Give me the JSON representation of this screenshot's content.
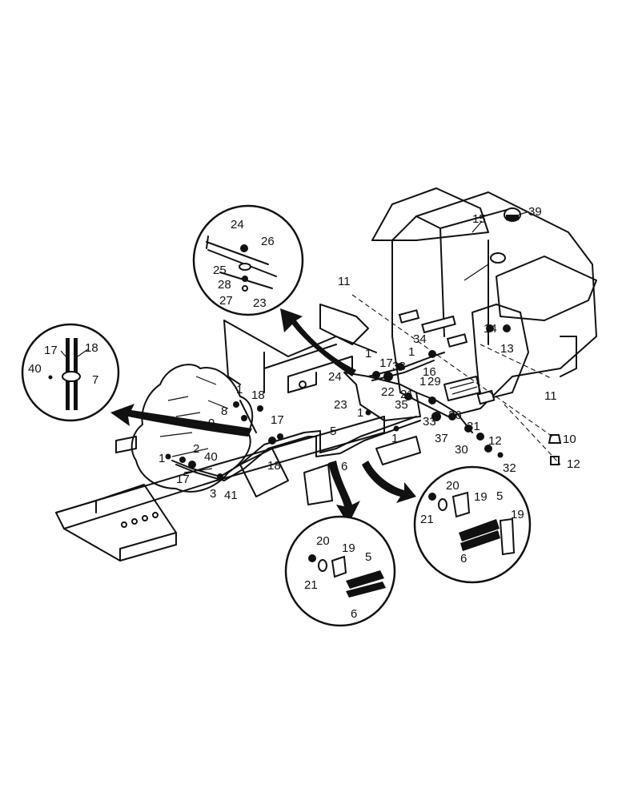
{
  "labels": {
    "l24a": "24",
    "l26a": "26",
    "l25a": "25",
    "l28a": "28",
    "l27a": "27",
    "l23a": "23",
    "l17a": "17",
    "l18a": "18",
    "l40a": "40",
    "l7a": "7",
    "l11a": "11",
    "l15": "15",
    "l39": "39",
    "l14": "14",
    "l13": "13",
    "l11b": "11",
    "l1a": "1",
    "l17b": "17",
    "l38": "38",
    "l34": "34",
    "l1b": "1",
    "l16": "16",
    "l24b": "24",
    "l22": "22",
    "l1c": "1",
    "l29": "29",
    "l21a": "21",
    "l35": "35",
    "l23b": "23",
    "l1d": "1",
    "l33": "33",
    "l36": "36",
    "l37": "37",
    "l31": "31",
    "l1e": "1",
    "l12a": "12",
    "l30": "30",
    "l32": "32",
    "l10": "10",
    "l12b": "12",
    "l1f": "1",
    "l18b": "18",
    "l8": "8",
    "l9": "9",
    "l17c": "17",
    "l5a": "5",
    "l6a": "6",
    "l2": "2",
    "l1g": "1",
    "l40b": "40",
    "l17d": "17",
    "l18c": "18",
    "l3": "3",
    "l41": "41",
    "l20a": "20",
    "l19a": "19",
    "l5b": "5",
    "l21b": "21",
    "l6b": "6",
    "l19b": "19",
    "l20b": "20",
    "l19c": "19",
    "l5c": "5",
    "l21c": "21",
    "l6c": "6"
  }
}
